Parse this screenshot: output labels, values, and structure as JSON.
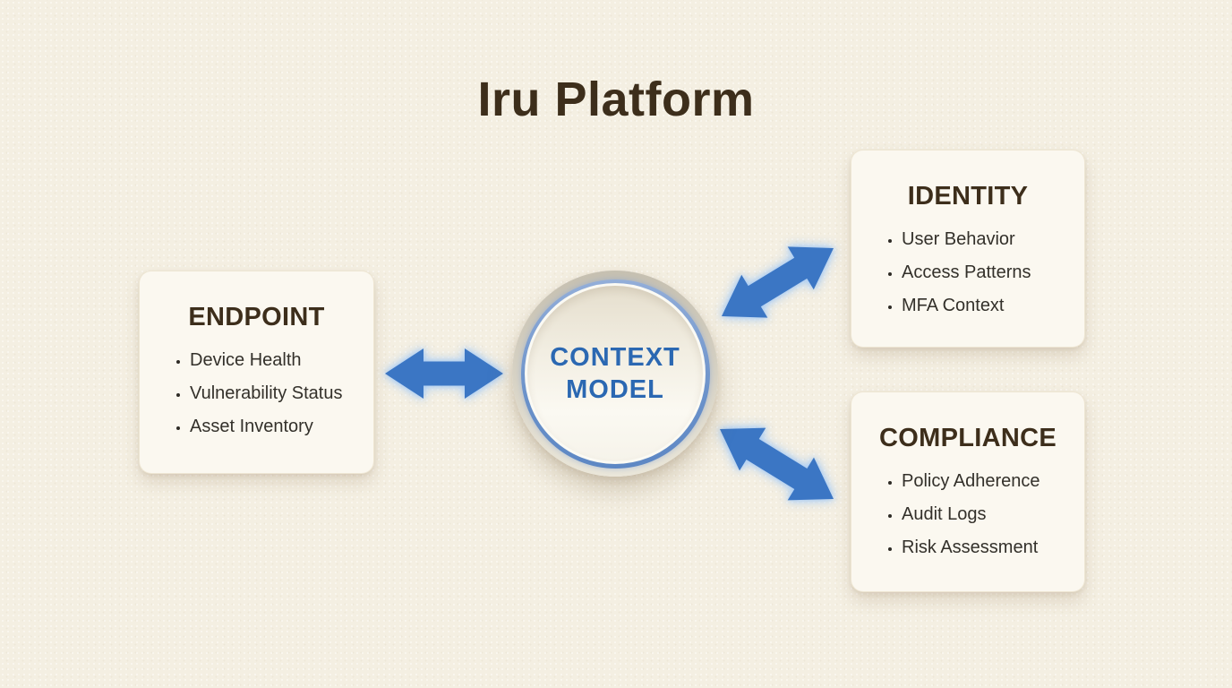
{
  "title": "Iru Platform",
  "center": {
    "label": "CONTEXT MODEL",
    "lines": [
      "CONTEXT",
      "MODEL"
    ]
  },
  "boxes": [
    {
      "id": "endpoint",
      "title": "ENDPOINT",
      "items": [
        "Device Health",
        "Vulnerability Status",
        "Asset Inventory"
      ]
    },
    {
      "id": "identity",
      "title": "IDENTITY",
      "items": [
        "User Behavior",
        "Access Patterns",
        "MFA Context"
      ]
    },
    {
      "id": "compliance",
      "title": "COMPLIANCE",
      "items": [
        "Policy Adherence",
        "Audit Logs",
        "Risk Assessment"
      ]
    }
  ],
  "connections": [
    {
      "from": "endpoint",
      "to": "context-model",
      "bidirectional": true
    },
    {
      "from": "context-model",
      "to": "identity",
      "bidirectional": true
    },
    {
      "from": "context-model",
      "to": "compliance",
      "bidirectional": true
    }
  ],
  "colors": {
    "background": "#f4efe2",
    "panel_bg": "#fbf8f0",
    "heading_brown": "#3d2e1b",
    "body_text": "#33302a",
    "arrow_blue": "#3b76c4",
    "arrow_glow": "#a9ccf4",
    "center_text_blue": "#2b68b2",
    "ring_blue": "#7e9fd2"
  }
}
